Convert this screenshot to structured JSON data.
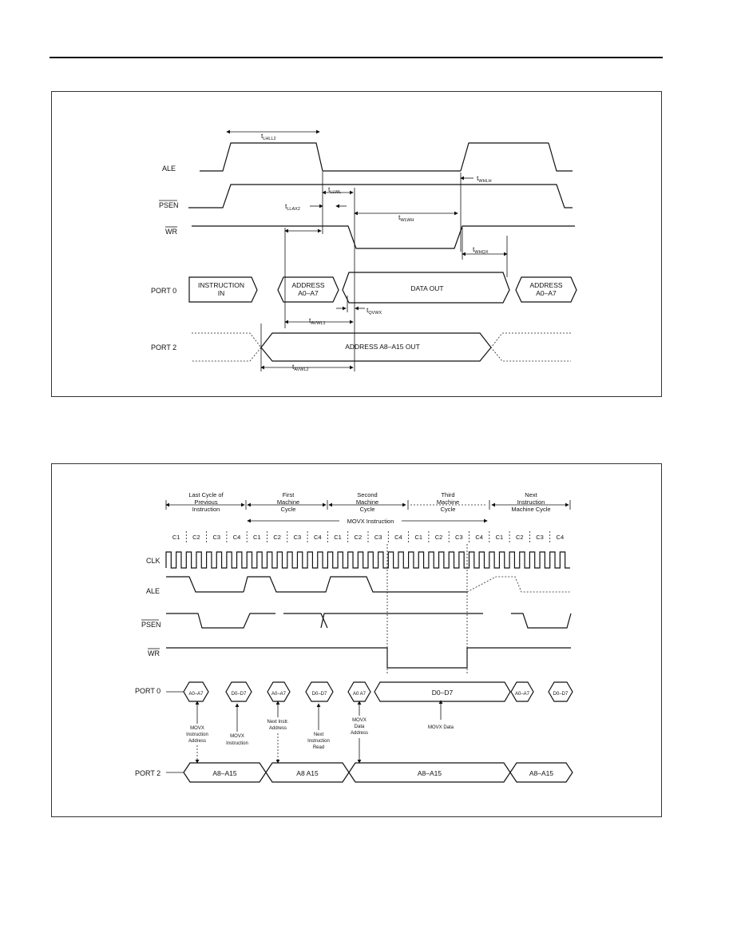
{
  "figure1": {
    "signals": {
      "ale": "ALE",
      "psen": "PSEN",
      "wr": "WR",
      "port0": "PORT 0",
      "port2": "PORT 2"
    },
    "timings": {
      "t_lhll2": {
        "main": "t",
        "sub": "LHLL2"
      },
      "t_whlh": {
        "main": "t",
        "sub": "WHLH"
      },
      "t_llwl": {
        "main": "t",
        "sub": "LLWL"
      },
      "t_llax2": {
        "main": "t",
        "sub": "LLAX2"
      },
      "t_wlwh": {
        "main": "t",
        "sub": "WLWH"
      },
      "t_whqx": {
        "main": "t",
        "sub": "WHQX"
      },
      "t_qvwx": {
        "main": "t",
        "sub": "QVWX"
      },
      "t_avwl1": {
        "main": "t",
        "sub": "AVWL1"
      },
      "t_avwl2": {
        "main": "t",
        "sub": "AVWL2"
      }
    },
    "port0_segments": {
      "instruction_line1": "INSTRUCTION",
      "instruction_line2": "IN",
      "address1_line1": "ADDRESS",
      "address1_line2": "A0–A7",
      "data_out": "DATA OUT",
      "address2_line1": "ADDRESS",
      "address2_line2": "A0–A7"
    },
    "port2_segment": "ADDRESS A8–A15 OUT"
  },
  "figure2": {
    "phases": {
      "last_cycle": [
        "Last Cycle of",
        "Previous",
        "Instruction"
      ],
      "first_cycle": [
        "First",
        "Machine",
        "Cycle"
      ],
      "second_cycle": [
        "Second",
        "Machine",
        "Cycle"
      ],
      "third_cycle": [
        "Third",
        "Machine",
        "Cycle"
      ],
      "next_cycle": [
        "Next",
        "Instruction",
        "Machine Cycle"
      ]
    },
    "movx_instruction": "MOVX Instruction",
    "clock_states": [
      "C1",
      "C2",
      "C3",
      "C4",
      "C1",
      "C2",
      "C3",
      "C4",
      "C1",
      "C2",
      "C3",
      "C4",
      "C1",
      "C2",
      "C3",
      "C4",
      "C1",
      "C2",
      "C3",
      "C4"
    ],
    "signals": {
      "clk": "CLK",
      "ale": "ALE",
      "psen": "PSEN",
      "wr": "WR",
      "port0": "PORT 0",
      "port2": "PORT 2"
    },
    "port0_segments": [
      "A0–A7",
      "D0–D7",
      "A0–A7",
      "D0–D7",
      "A0 A7",
      "D0–D7",
      "A0–A7",
      "D0–D7"
    ],
    "port2_segments": [
      "A8–A15",
      "A8 A15",
      "A8–A15",
      "A8–A15"
    ],
    "annotations": {
      "movx_instr_address": [
        "MOVX",
        "Instruction",
        "Address"
      ],
      "movx_instruction": [
        "MOVX",
        "Instruction"
      ],
      "next_instr_address": [
        "Next Instr.",
        "Address"
      ],
      "next_instruction_read": [
        "Next",
        "Instruction",
        "Read"
      ],
      "movx_data_address": [
        "MOVX",
        "Data",
        "Address"
      ],
      "movx_data": "MOVX Data"
    }
  }
}
